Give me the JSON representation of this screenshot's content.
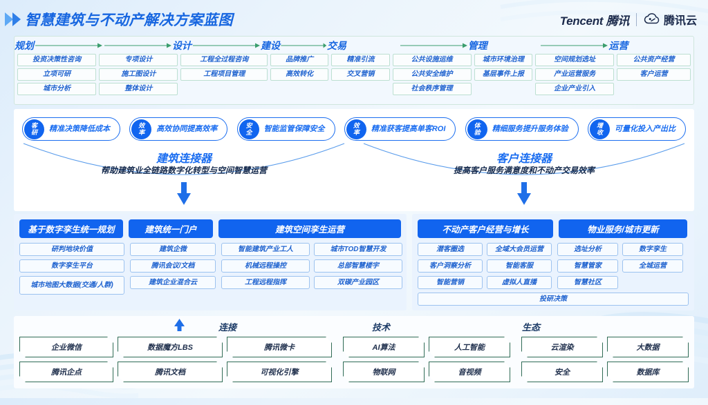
{
  "header": {
    "title": "智慧建筑与不动产解决方案蓝图",
    "brand_tencent": "Tencent 腾讯",
    "brand_cloud": "腾讯云",
    "accent": "#1766e0",
    "brand_color": "#1b2a4b"
  },
  "stages": [
    {
      "name": "规划",
      "tags": [
        "投资决策性咨询",
        "立项可研",
        "城市分析"
      ]
    },
    {
      "name": "设计",
      "tags": [
        "专项设计",
        "施工图设计",
        "整体设计"
      ]
    },
    {
      "name": "建设",
      "tags": [
        "工程全过程咨询",
        "工程项目管理"
      ]
    },
    {
      "name": "交易",
      "tags": [
        "品牌推广",
        "高效转化"
      ]
    },
    {
      "name": "",
      "tags": [
        "精准引流",
        "交叉营销"
      ]
    },
    {
      "name": "管理",
      "tags": [
        "公共设施运维",
        "公共安全维护",
        "社会秩序管理"
      ]
    },
    {
      "name": "",
      "tags": [
        "城市环境治理",
        "基层事件上报"
      ]
    },
    {
      "name": "运营",
      "tags": [
        "空间规划选址",
        "产业运营服务",
        "企业产业引入"
      ]
    },
    {
      "name": "",
      "tags": [
        "公共资产经营",
        "客户运营"
      ]
    }
  ],
  "value_badges": [
    {
      "tag_top": "客",
      "tag_bottom": "研",
      "line1": "精准决策",
      "line2": "降低成本"
    },
    {
      "tag_top": "效",
      "tag_bottom": "率",
      "line1": "高效协同",
      "line2": "提高效率"
    },
    {
      "tag_top": "安",
      "tag_bottom": "全",
      "line1": "智能监管",
      "line2": "保障安全"
    },
    {
      "tag_top": "效",
      "tag_bottom": "率",
      "line1": "精准获客提高",
      "line2": "单客ROI"
    },
    {
      "tag_top": "体",
      "tag_bottom": "验",
      "line1": "精细服务",
      "line2": "提升服务体验"
    },
    {
      "tag_top": "增",
      "tag_bottom": "收",
      "line1": "可量化投入",
      "line2": "产出比"
    }
  ],
  "connectors": [
    {
      "title": "建筑连接器",
      "subtitle": "帮助建筑业全链路数字化转型与空间智慧运营"
    },
    {
      "title": "客户连接器",
      "subtitle": "提高客户服务满意度和不动产交易效率"
    }
  ],
  "solutions_left": {
    "headers": [
      "基于数字孪生统一规划",
      "建筑统一门户",
      "建筑空间孪生运营"
    ],
    "groups": [
      {
        "columns": [
          [
            "研判地块价值",
            "数字孪生平台",
            "城市地图大数据\n(交通/人群)"
          ]
        ]
      },
      {
        "columns": [
          [
            "建筑企微",
            "腾讯会议/文档",
            "建筑企业混合云"
          ]
        ]
      },
      {
        "columns": [
          [
            "智能建筑产业工人",
            "机械远程操控",
            "工程远程指挥"
          ],
          [
            "城市TOD智慧开发",
            "总部智慧楼宇",
            "双碳产业园区"
          ]
        ]
      }
    ]
  },
  "solutions_right": {
    "headers": [
      "不动产客户经营与增长",
      "物业服务/城市更新"
    ],
    "groups": [
      {
        "columns": [
          [
            "潜客圈选",
            "客户洞察分析",
            "智能营销"
          ],
          [
            "全域大会员运营",
            "智能客服",
            "虚拟人直播"
          ]
        ]
      },
      {
        "columns": [
          [
            "选址分析",
            "智慧管家",
            "智慧社区"
          ],
          [
            "数字孪生",
            "全城运营",
            ""
          ]
        ]
      }
    ],
    "full_width_chip": "投研决策"
  },
  "foundation": {
    "labels": [
      "连接",
      "技术",
      "生态"
    ],
    "groups": [
      {
        "columns": [
          [
            "企业微信",
            "腾讯企点"
          ],
          [
            "数据魔方LBS",
            "腾讯文档"
          ],
          [
            "腾讯微卡",
            "可视化引擎"
          ]
        ]
      },
      {
        "columns": [
          [
            "AI算法",
            "物联网"
          ],
          [
            "人工智能",
            "音视频"
          ]
        ]
      },
      {
        "columns": [
          [
            "云渲染",
            "安全"
          ],
          [
            "大数据",
            "数据库"
          ]
        ]
      }
    ]
  }
}
